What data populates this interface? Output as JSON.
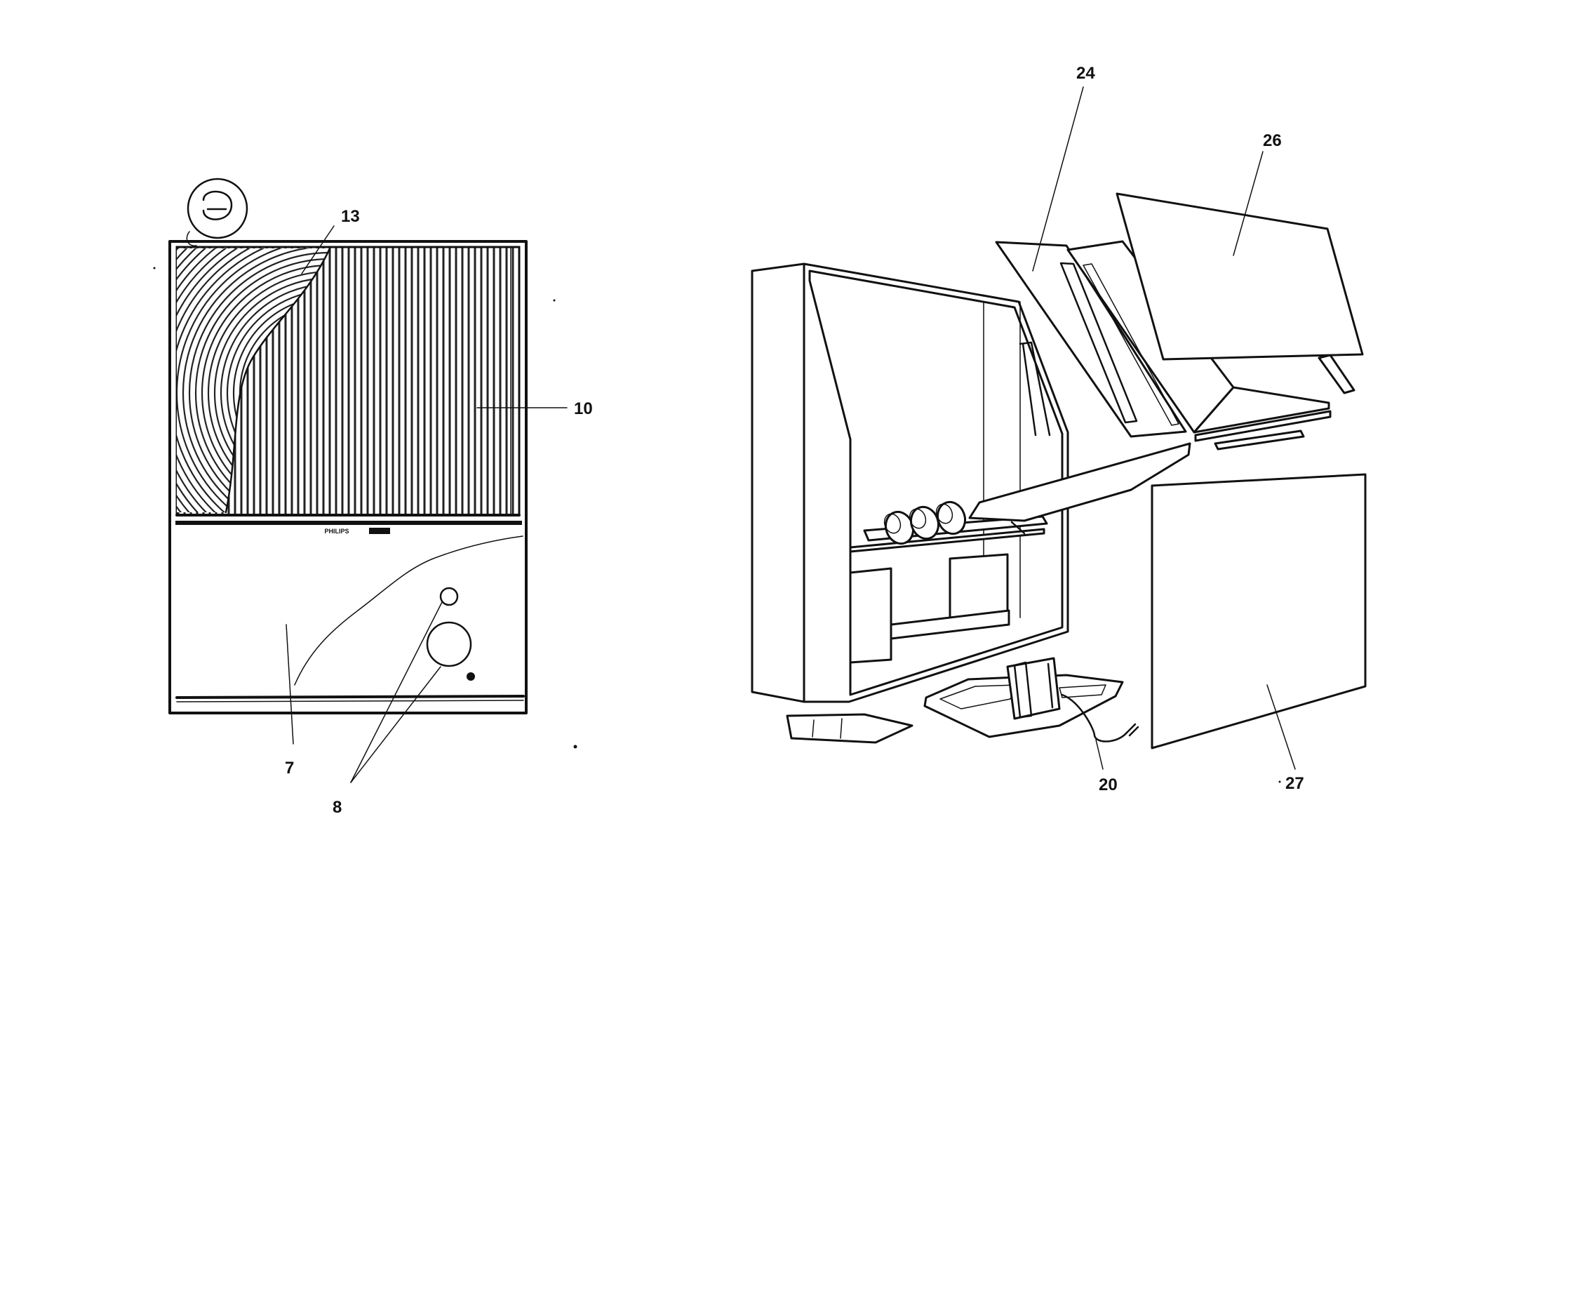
{
  "logo": {
    "brand": "PHILIPS"
  },
  "callouts": {
    "c13": "13",
    "c10": "10",
    "c7": "7",
    "c8": "8",
    "c24": "24",
    "c26": "26",
    "c20": "20",
    "c27": "27"
  }
}
